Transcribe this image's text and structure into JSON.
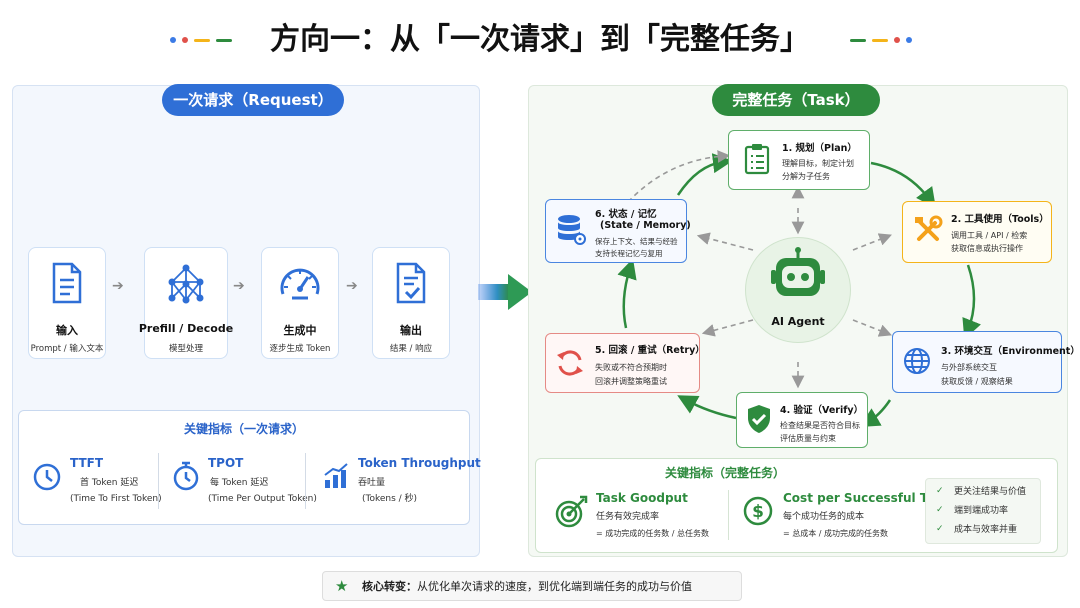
{
  "title": "方向一：从「一次请求」到「完整任务」",
  "left": {
    "pill": "一次请求（Request）",
    "steps": [
      {
        "label": "输入",
        "sub": "Prompt / 输入文本"
      },
      {
        "label": "Prefill / Decode",
        "sub": "模型处理"
      },
      {
        "label": "生成中",
        "sub": "逐步生成 Token"
      },
      {
        "label": "输出",
        "sub": "结果 / 响应"
      }
    ],
    "metrics_title": "关键指标（一次请求）",
    "metrics": [
      {
        "name": "TTFT",
        "l1": "首 Token 延迟",
        "l2": "(Time To First Token)"
      },
      {
        "name": "TPOT",
        "l1": "每 Token 延迟",
        "l2": "(Time Per Output Token)"
      },
      {
        "name": "Token Throughput",
        "l1": "吞吐量",
        "l2": "(Tokens / 秒)"
      }
    ]
  },
  "right": {
    "pill": "完整任务（Task）",
    "agent": "AI Agent",
    "nodes": {
      "plan": {
        "title": "1. 规划（Plan）",
        "l1": "理解目标，制定计划",
        "l2": "分解为子任务"
      },
      "tools": {
        "title": "2. 工具使用（Tools）",
        "l1": "调用工具 / API / 检索",
        "l2": "获取信息或执行操作"
      },
      "env": {
        "title": "3. 环境交互（Environment）",
        "l1": "与外部系统交互",
        "l2": "获取反馈 / 观察结果"
      },
      "verify": {
        "title": "4. 验证（Verify）",
        "l1": "检查结果是否符合目标",
        "l2": "评估质量与约束"
      },
      "retry": {
        "title": "5. 回滚 / 重试（Retry）",
        "l1": "失败或不符合预期时",
        "l2": "回滚并调整策略重试"
      },
      "state": {
        "title": "6. 状态 / 记忆",
        "title2": "(State / Memory)",
        "l1": "保存上下文、结果与经验",
        "l2": "支持长程记忆与复用"
      }
    },
    "metrics_title": "关键指标（完整任务）",
    "goodput": {
      "name": "Task Goodput",
      "l1": "任务有效完成率",
      "l2": "= 成功完成的任务数 / 总任务数"
    },
    "cost": {
      "name": "Cost per Successful Task",
      "l1": "每个成功任务的成本",
      "l2": "= 总成本 / 成功完成的任务数"
    },
    "checks": [
      "更关注结果与价值",
      "端到端成功率",
      "成本与效率并重"
    ]
  },
  "bottom": {
    "label": "核心转变：",
    "text": "从优化单次请求的速度，到优化端到端任务的成功与价值"
  },
  "colors": {
    "blue": "#2f6fd6",
    "green": "#2e8b3e",
    "orange": "#f4a11a",
    "red": "#e0514a"
  }
}
